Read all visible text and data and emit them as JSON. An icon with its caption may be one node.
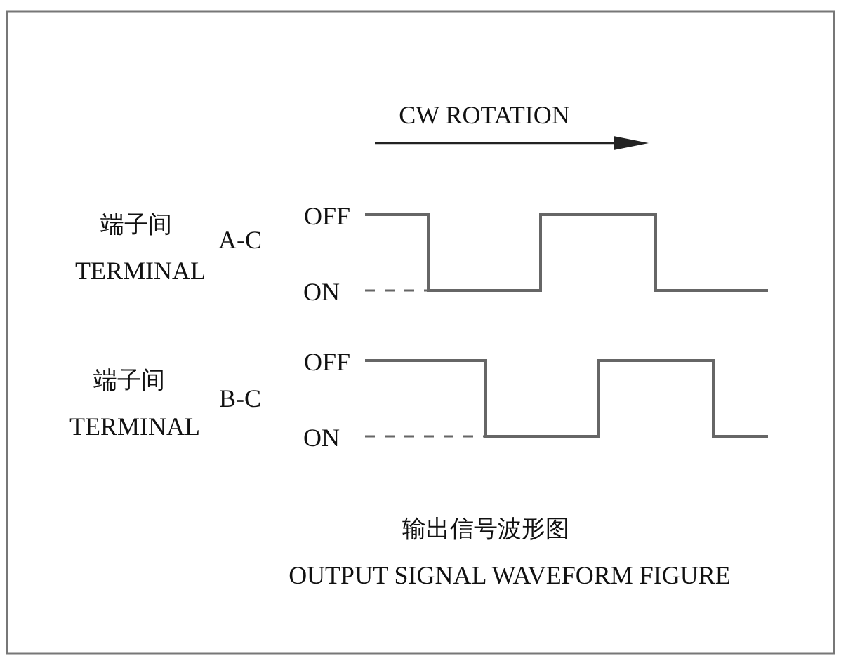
{
  "diagram": {
    "labels": [
      "CW ROTATION",
      "端子间",
      "TERMINAL",
      "A-C",
      "OFF",
      "ON",
      "端子间",
      "TERMINAL",
      "B-C",
      "OFF",
      "ON",
      "输出信号波形图",
      "OUTPUT SIGNAL WAVEFORM FIGURE"
    ]
  }
}
